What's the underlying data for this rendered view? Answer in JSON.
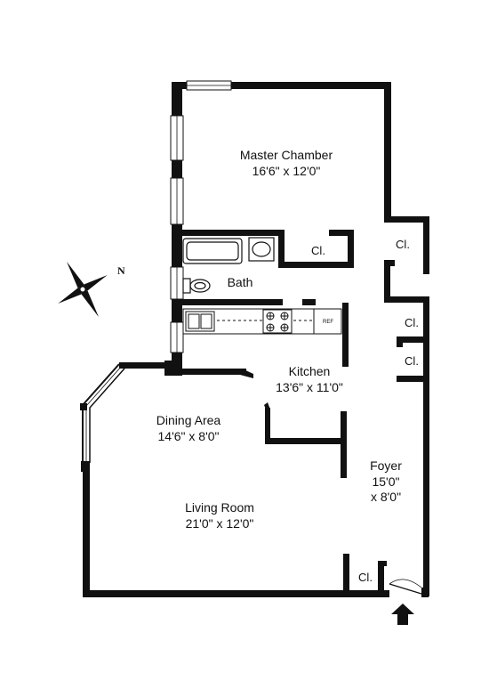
{
  "rooms": {
    "master": {
      "name": "Master Chamber",
      "size": "16'6\" x 12'0\""
    },
    "kitchen": {
      "name": "Kitchen",
      "size": "13'6\" x 11'0\""
    },
    "dining": {
      "name": "Dining Area",
      "size": "14'6\" x 8'0\""
    },
    "living": {
      "name": "Living Room",
      "size": "21'0\" x 12'0\""
    },
    "foyer": {
      "name": "Foyer",
      "size1": "15'0\"",
      "size2": "x 8'0\""
    },
    "bath": {
      "name": "Bath"
    }
  },
  "closets": {
    "label": "Cl."
  },
  "fixtures": {
    "ref": "REF"
  },
  "compass": {
    "north": "N"
  },
  "colors": {
    "wall": "#111111",
    "background": "#ffffff"
  }
}
